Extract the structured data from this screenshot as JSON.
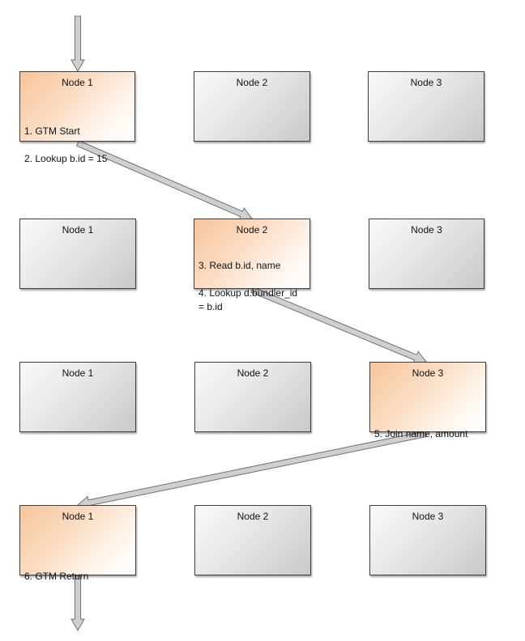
{
  "node_label_1": "Node 1",
  "node_label_2": "Node 2",
  "node_label_3": "Node 3",
  "steps": {
    "s1": "1. GTM Start",
    "s2": "2. Lookup b.id = 15",
    "s3": "3. Read b.id, name",
    "s4": "4. Lookup d.bundler_id\n= b.id",
    "s5": "5. Join name, amount",
    "s6": "6. GTM Return"
  },
  "colors": {
    "active_node": "#fbd7b8",
    "idle_node": "#d9d9d9",
    "arrow_fill": "#cfcfcf",
    "arrow_stroke": "#707070"
  }
}
